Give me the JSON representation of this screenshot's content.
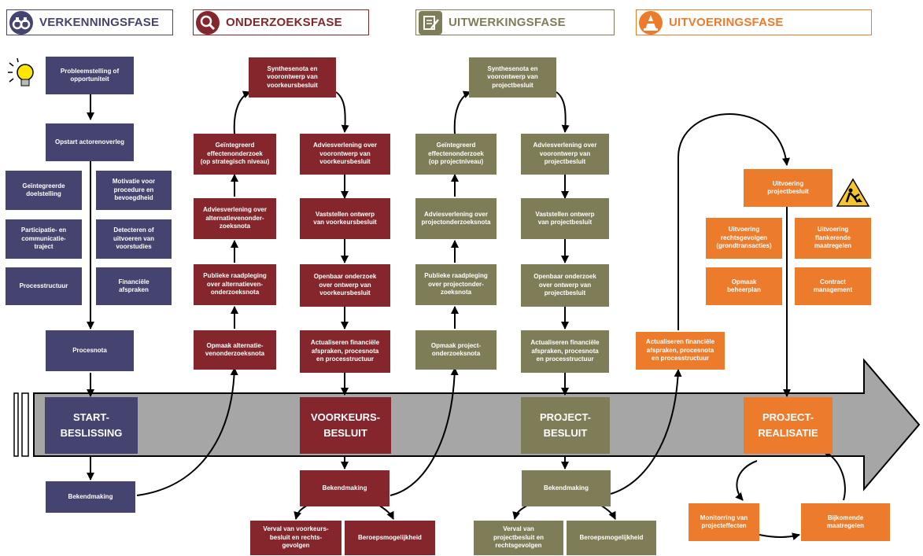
{
  "colors": {
    "purple": "#45436f",
    "red": "#84262b",
    "olive": "#7f7d58",
    "orange": "#ec7c2c",
    "arrow": "#a6a6a6"
  },
  "phases": [
    {
      "label": "VERKENNINGSFASE",
      "icon": "binoculars-icon"
    },
    {
      "label": "ONDERZOEKSFASE",
      "icon": "magnifier-icon"
    },
    {
      "label": "UITWERKINGSFASE",
      "icon": "clipboard-pencil-icon"
    },
    {
      "label": "UITVOERINGSFASE",
      "icon": "traffic-cone-icon"
    }
  ],
  "decor_icons": [
    "lightbulb-icon",
    "road-works-sign-icon"
  ],
  "verkenning": {
    "probleem": "Probleemstelling of\nopportuniteit",
    "opstart": "Opstart actorenoverleg",
    "doelstelling": "Geïntegreerde\ndoelstelling",
    "motivatie": "Motivatie voor\nprocedure en\nbevoegdheid",
    "participatie": "Participatie- en\ncommunicatie-\ntraject",
    "detecteren": "Detecteren of\nuitvoeren van\nvoorstudies",
    "processtructuur": "Processtructuur",
    "financiele": "Financiële\nafspraken",
    "procesnota": "Procesnota",
    "beslissing": "START-\nBESLISSING",
    "bekendmaking": "Bekendmaking"
  },
  "onderzoek": {
    "synthese": "Synthesenota en\nvoorontwerp van\nvoorkeursbesluit",
    "effecten": "Geïntegreerd\neffectenonderzoek\n(op strategisch niveau)",
    "advies_alt": "Adviesverlening over\nalternatievenonder-\nzoeksnota",
    "publieke": "Publieke raadpleging\nover alternatieven-\nonderzoeksnota",
    "opmaak": "Opmaak alternatie-\nvenonderzoeksnota",
    "advies_voor": "Adviesverlening over\nvoorontwerp van\nvoorkeursbesluit",
    "vaststellen": "Vaststellen ontwerp\nvan voorkeursbesluit",
    "openbaar": "Openbaar onderzoek\nover ontwerp van\nvoorkeursbesluit",
    "actualiseren": "Actualiseren financiële\nafspraken, procesnota\nen processtructuur",
    "beslissing": "VOORKEURS-\nBESLUIT",
    "bekendmaking": "Bekendmaking",
    "verval": "Verval van voorkeurs-\nbesluit en rechts-\ngevolgen",
    "beroep": "Beroepsmogelijkheid"
  },
  "uitwerking": {
    "synthese": "Synthesenota en\nvoorontwerp van\nprojectbesluit",
    "effecten": "Geïntegreerd\neffectenonderzoek\n(op projectniveau)",
    "advies_proj": "Adviesverlening over\nprojectonderzoeksnota",
    "publieke": "Publieke raadpleging\nover projectonder-\nzoeksnota",
    "opmaak": "Opmaak project-\nonderzoeksnota",
    "advies_voor": "Adviesverlening over\nvoorontwerp van\nprojectbesluit",
    "vaststellen": "Vaststellen ontwerp\nvan projectbesluit",
    "openbaar": "Openbaar onderzoek\nover ontwerp van\nprojectbesluit",
    "actualiseren": "Actualiseren financiële\nafspraken, procesnota\nen processtructuur",
    "beslissing": "PROJECT-\nBESLUIT",
    "bekendmaking": "Bekendmaking",
    "verval": "Verval van\nprojectbesluit en\nrechtsgevolgen",
    "beroep": "Beroepsmogelijkheid"
  },
  "uitvoering": {
    "actualiseren": "Actualiseren financiële\nafspraken, procesnota\nen processtructuur",
    "uitvoering_proj": "Uitvoering\nprojectbesluit",
    "rechtsgevolgen": "Uitvoering\nrechtsgevolgen\n(grondtransacties)",
    "flankerende": "Uitvoering\nflankerende\nmaatregelen",
    "beheerplan": "Opmaak\nbeheerplan",
    "contract": "Contract\nmanagement",
    "beslissing": "PROJECT-\nREALISATIE",
    "monitoring": "Monitorring van\nprojecteffecten",
    "bijkomende": "Bijkomende\nmaatregelen"
  }
}
